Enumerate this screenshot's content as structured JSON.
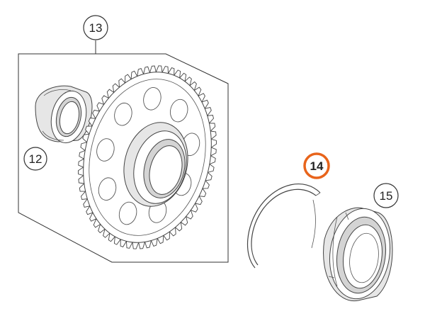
{
  "diagram": {
    "callouts": [
      {
        "label": "13",
        "highlighted": false
      },
      {
        "label": "12",
        "highlighted": false
      },
      {
        "label": "14",
        "highlighted": true
      },
      {
        "label": "15",
        "highlighted": false
      }
    ],
    "colors": {
      "highlight": "#e8641b",
      "outline": "#333333",
      "part_fill": "#e6e6e6"
    }
  }
}
